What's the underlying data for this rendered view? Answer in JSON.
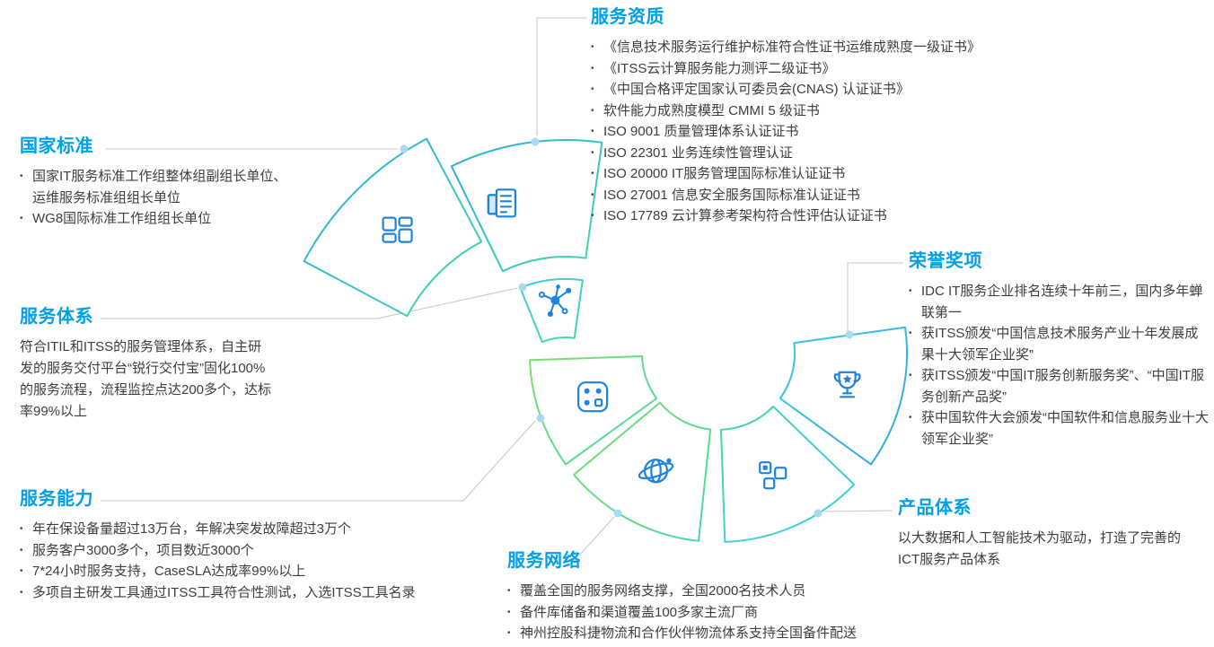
{
  "ui": {
    "bullet_char": "•"
  },
  "colors": {
    "heading": "#00a0e9",
    "body_text": "#3d3d3d",
    "icon_blue": "#1e82e0",
    "arc_blue": "#29abe2",
    "arc_cyan": "#3fc8e8",
    "arc_green": "#7edd6e",
    "arc_teal": "#45d9a8",
    "connector_gray": "#c6c6c6",
    "dot_blue": "#a9d9f3"
  },
  "ring": {
    "segment_icons": [
      "layout-blocks-icon",
      "certificate-document-icon",
      "molecule-icon",
      "app-grid-icon",
      "globe-network-icon",
      "modules-cubes-icon",
      "trophy-icon"
    ]
  },
  "sections": {
    "national_standards": {
      "title": "国家标准",
      "items": [
        "国家IT服务标准工作组整体组副组长单位、运维服务标准组组长单位",
        "WG8国际标准工作组组长单位"
      ]
    },
    "service_qualifications": {
      "title": "服务资质",
      "items": [
        "《信息技术服务运行维护标准符合性证书运维成熟度一级证书》",
        "《ITSS云计算服务能力测评二级证书》",
        "《中国合格评定国家认可委员会(CNAS) 认证证书》",
        "软件能力成熟度模型 CMMI 5 级证书",
        "ISO 9001 质量管理体系认证证书",
        "ISO 22301 业务连续性管理认证",
        "ISO 20000 IT服务管理国际标准认证证书",
        "ISO 27001 信息安全服务国际标准认证证书",
        "ISO 17789 云计算参考架构符合性评估认证证书"
      ]
    },
    "service_system": {
      "title": "服务体系",
      "text": "符合ITIL和ITSS的服务管理体系，自主研发的服务交付平台“锐行交付宝”固化100%的服务流程，流程监控点达200多个，达标率99%以上"
    },
    "honors_awards": {
      "title": "荣誉奖项",
      "items": [
        "IDC IT服务企业排名连续十年前三，国内多年蝉联第一",
        "获ITSS颁发“中国信息技术服务产业十年发展成果十大领军企业奖”",
        "获ITSS颁发“中国IT服务创新服务奖”、“中国IT服务创新产品奖”",
        "获中国软件大会颁发“中国软件和信息服务业十大领军企业奖”"
      ]
    },
    "service_capability": {
      "title": "服务能力",
      "items": [
        "年在保设备量超过13万台，年解决突发故障超过3万个",
        "服务客户3000多个，项目数近3000个",
        "7*24小时服务支持，CaseSLA达成率99%以上",
        "多项自主研发工具通过ITSS工具符合性测试，入选ITSS工具名录"
      ]
    },
    "service_network": {
      "title": "服务网络",
      "items": [
        "覆盖全国的服务网络支撑，全国2000名技术人员",
        "备件库储备和渠道覆盖100多家主流厂商",
        "神州控股科捷物流和合作伙伴物流体系支持全国备件配送"
      ]
    },
    "product_system": {
      "title": "产品体系",
      "text": "以大数据和人工智能技术为驱动，打造了完善的ICT服务产品体系"
    }
  }
}
